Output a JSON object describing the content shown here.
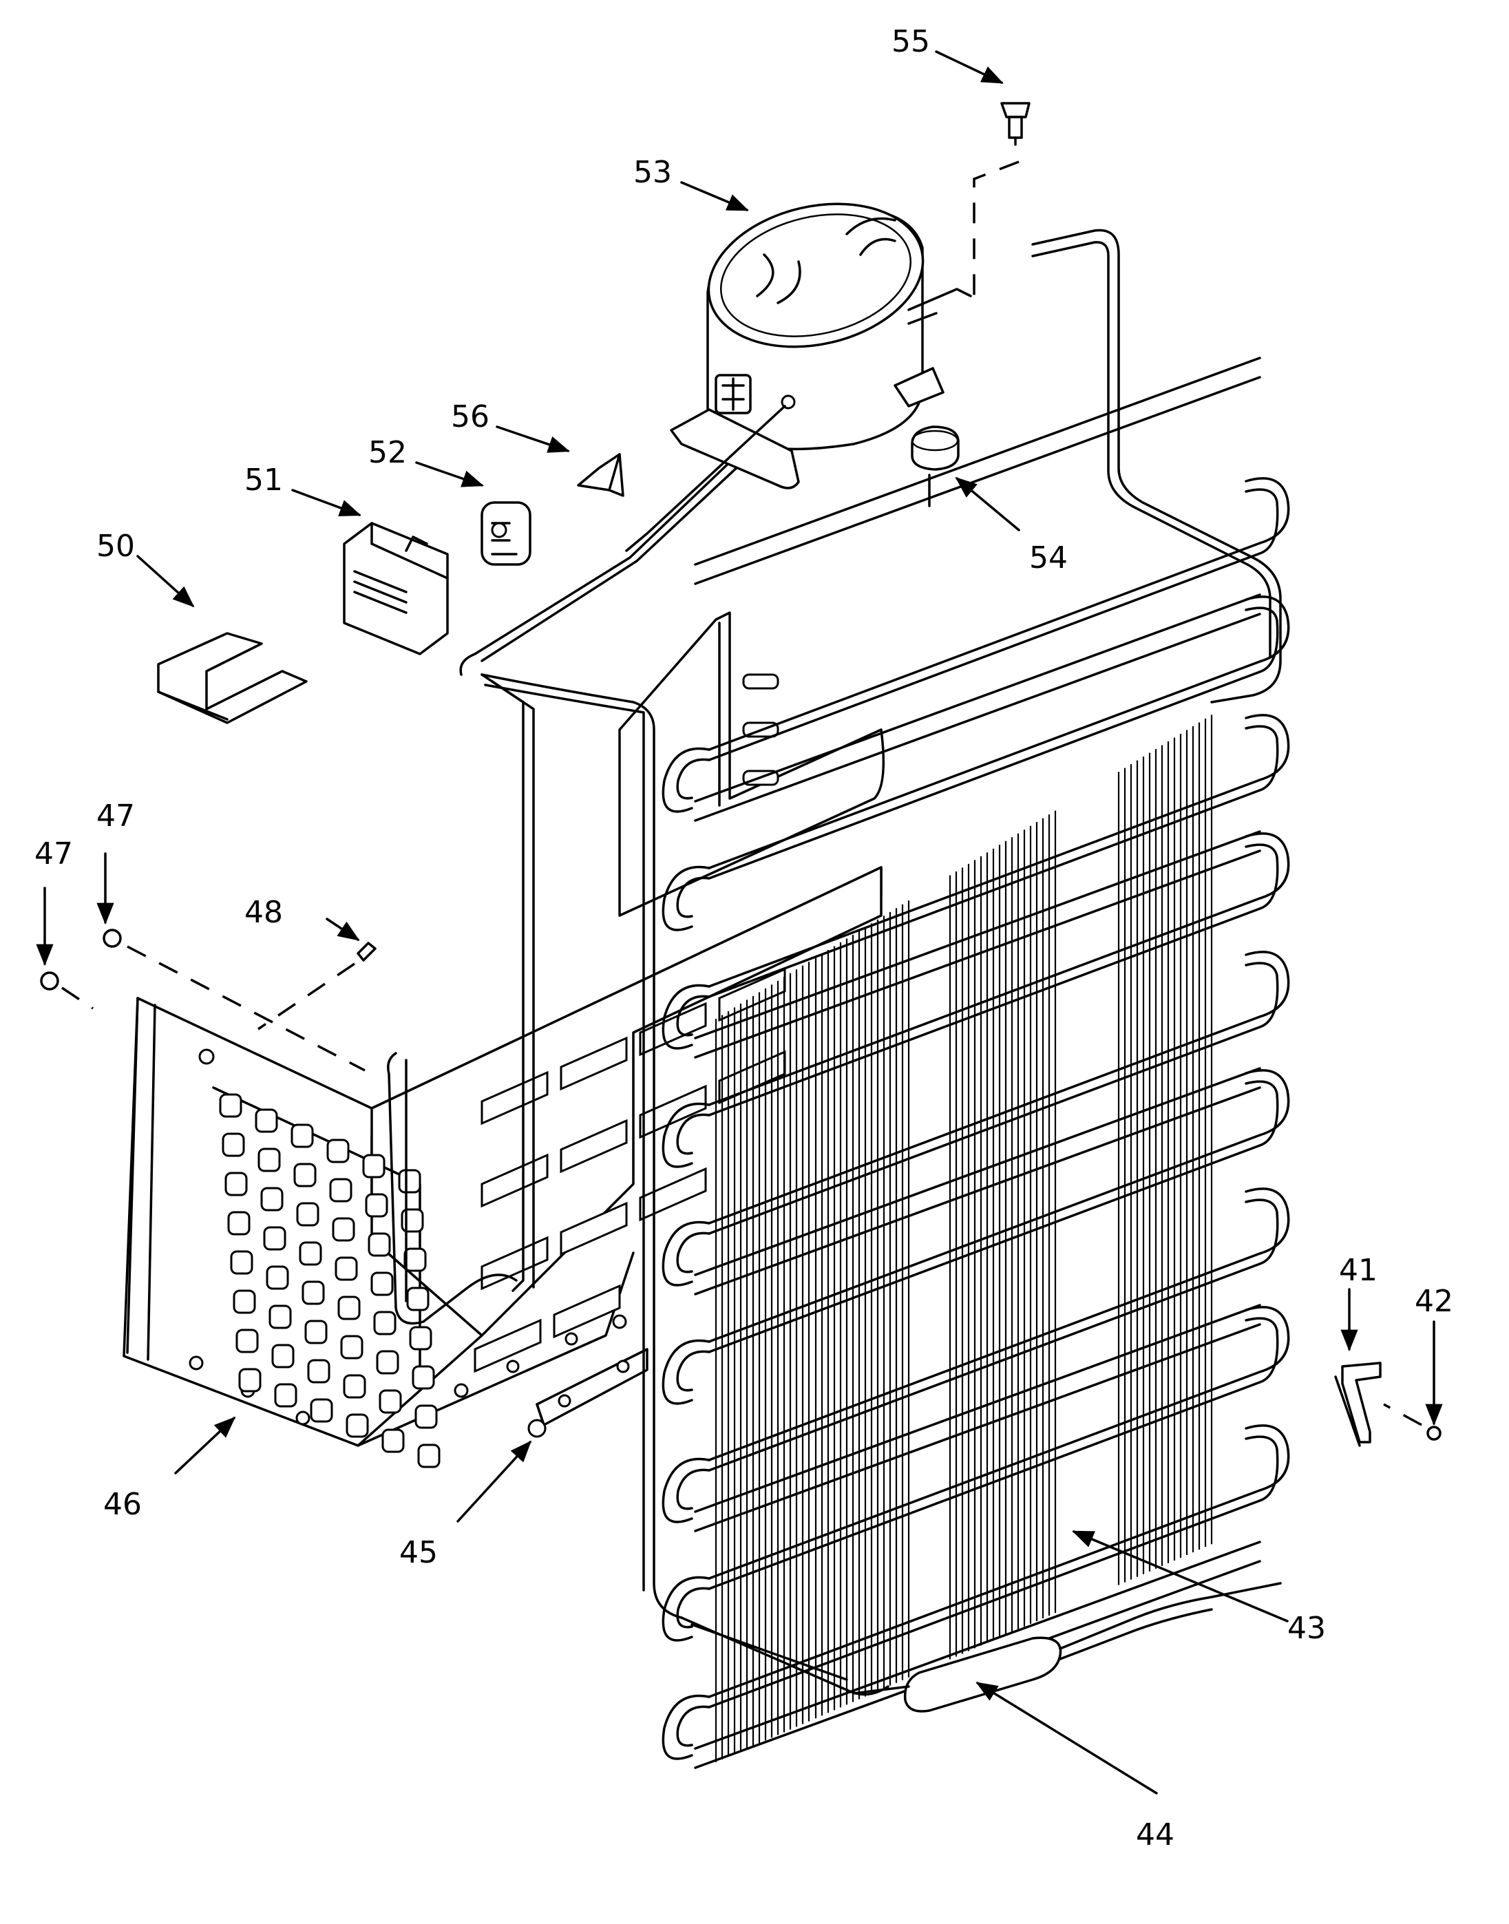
{
  "labels": {
    "l41": "41",
    "l42": "42",
    "l43": "43",
    "l44": "44",
    "l45": "45",
    "l46": "46",
    "l47a": "47",
    "l47b": "47",
    "l48": "48",
    "l50": "50",
    "l51": "51",
    "l52": "52",
    "l53": "53",
    "l54": "54",
    "l55": "55",
    "l56": "56"
  }
}
